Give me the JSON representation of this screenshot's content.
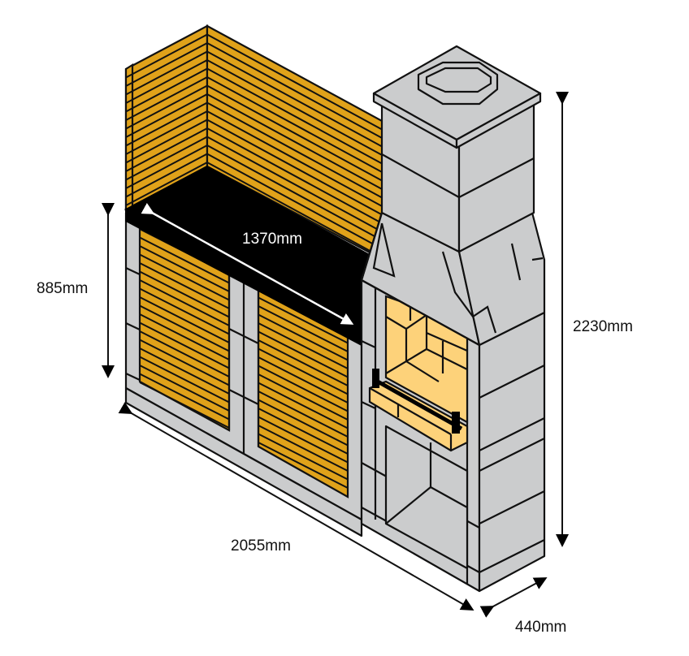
{
  "title": "Outdoor BBQ with worktop and cabinets - dimensions",
  "dimensions": {
    "worktop_length": "1370mm",
    "worktop_height": "885mm",
    "total_height": "2230mm",
    "total_width": "2055mm",
    "depth": "440mm"
  },
  "colors": {
    "stone": "#cbcccd",
    "wood": "#e0a21a",
    "firebrick": "#fdd27a",
    "worktop": "#000000"
  }
}
